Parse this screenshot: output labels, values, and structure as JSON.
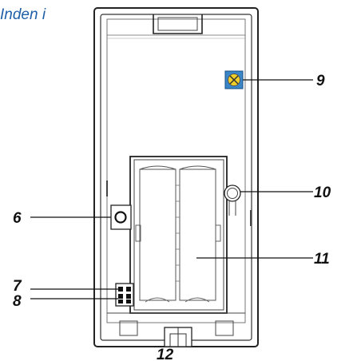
{
  "heading": "Inden i",
  "callouts": {
    "c6": "6",
    "c7": "7",
    "c8": "8",
    "c9": "9",
    "c10": "10",
    "c11": "11",
    "c12": "12"
  },
  "colors": {
    "heading": "#1f5fa8",
    "potentiometer_body": "#3a86c8",
    "potentiometer_dial": "#f0d028",
    "outline": "#222222"
  },
  "icons": {
    "potentiometer": "potentiometer-icon",
    "button": "tamper-button-icon",
    "led": "led-icon",
    "jumper": "jumper-block-icon"
  }
}
